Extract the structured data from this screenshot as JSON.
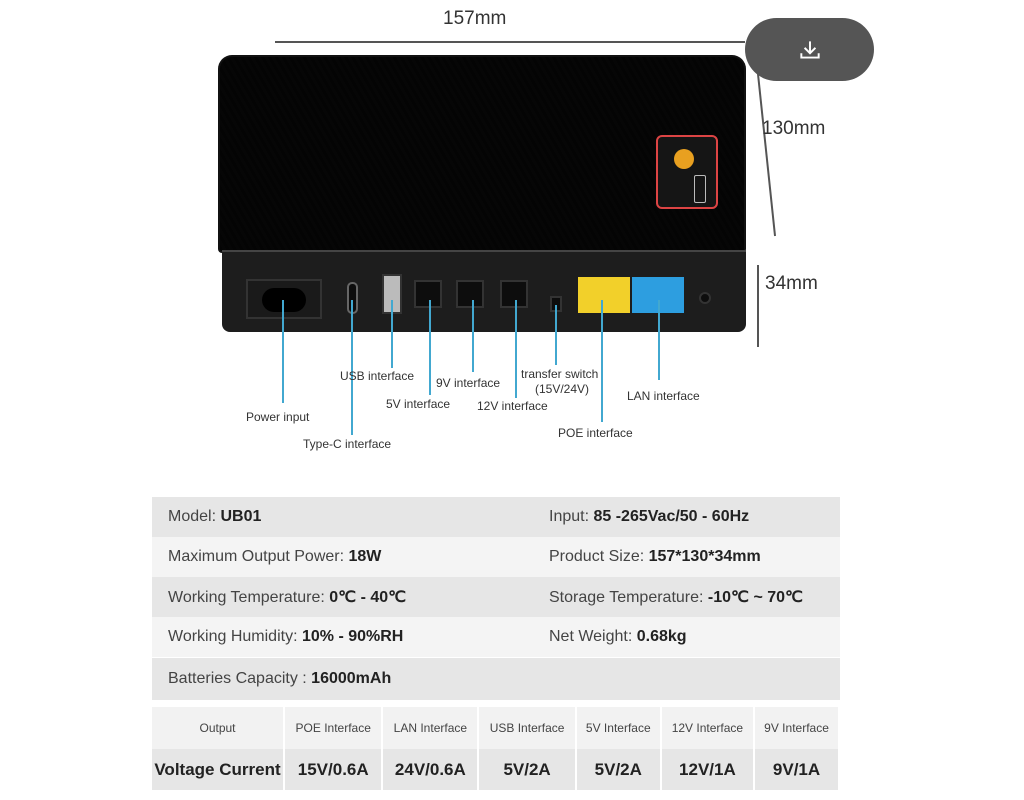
{
  "download_button": {
    "icon": "download-icon"
  },
  "dimensions": {
    "width": "157mm",
    "depth": "130mm",
    "height": "34mm"
  },
  "callouts": {
    "power_input": "Power input",
    "type_c": "Type-C interface",
    "usb": "USB interface",
    "v5": "5V interface",
    "v9": "9V interface",
    "v12": "12V interface",
    "transfer_switch": "transfer switch",
    "transfer_switch_values": "(15V/24V)",
    "poe": "POE interface",
    "lan": "LAN interface"
  },
  "specs": [
    {
      "left_label": "Model: ",
      "left_value": "UB01",
      "right_label": "Input: ",
      "right_value": "85 -265Vac/50 - 60Hz"
    },
    {
      "left_label": "Maximum Output Power: ",
      "left_value": "18W",
      "right_label": "Product Size: ",
      "right_value": "157*130*34mm"
    },
    {
      "left_label": "Working Temperature: ",
      "left_value": "0℃ - 40℃",
      "right_label": "Storage Temperature: ",
      "right_value": "-10℃ ~ 70℃"
    },
    {
      "left_label": "Working Humidity: ",
      "left_value": "10% - 90%RH",
      "right_label": "Net Weight: ",
      "right_value": "0.68kg"
    },
    {
      "left_label": "Batteries Capacity : ",
      "left_value": "16000mAh"
    }
  ],
  "output_table": {
    "header": [
      "Output",
      "POE Interface",
      "LAN Interface",
      "USB Interface",
      "5V Interface",
      "12V Interface",
      "9V Interface"
    ],
    "values": [
      "Voltage Current",
      "15V/0.6A",
      "24V/0.6A",
      "5V/2A",
      "5V/2A",
      "12V/1A",
      "9V/1A"
    ]
  }
}
